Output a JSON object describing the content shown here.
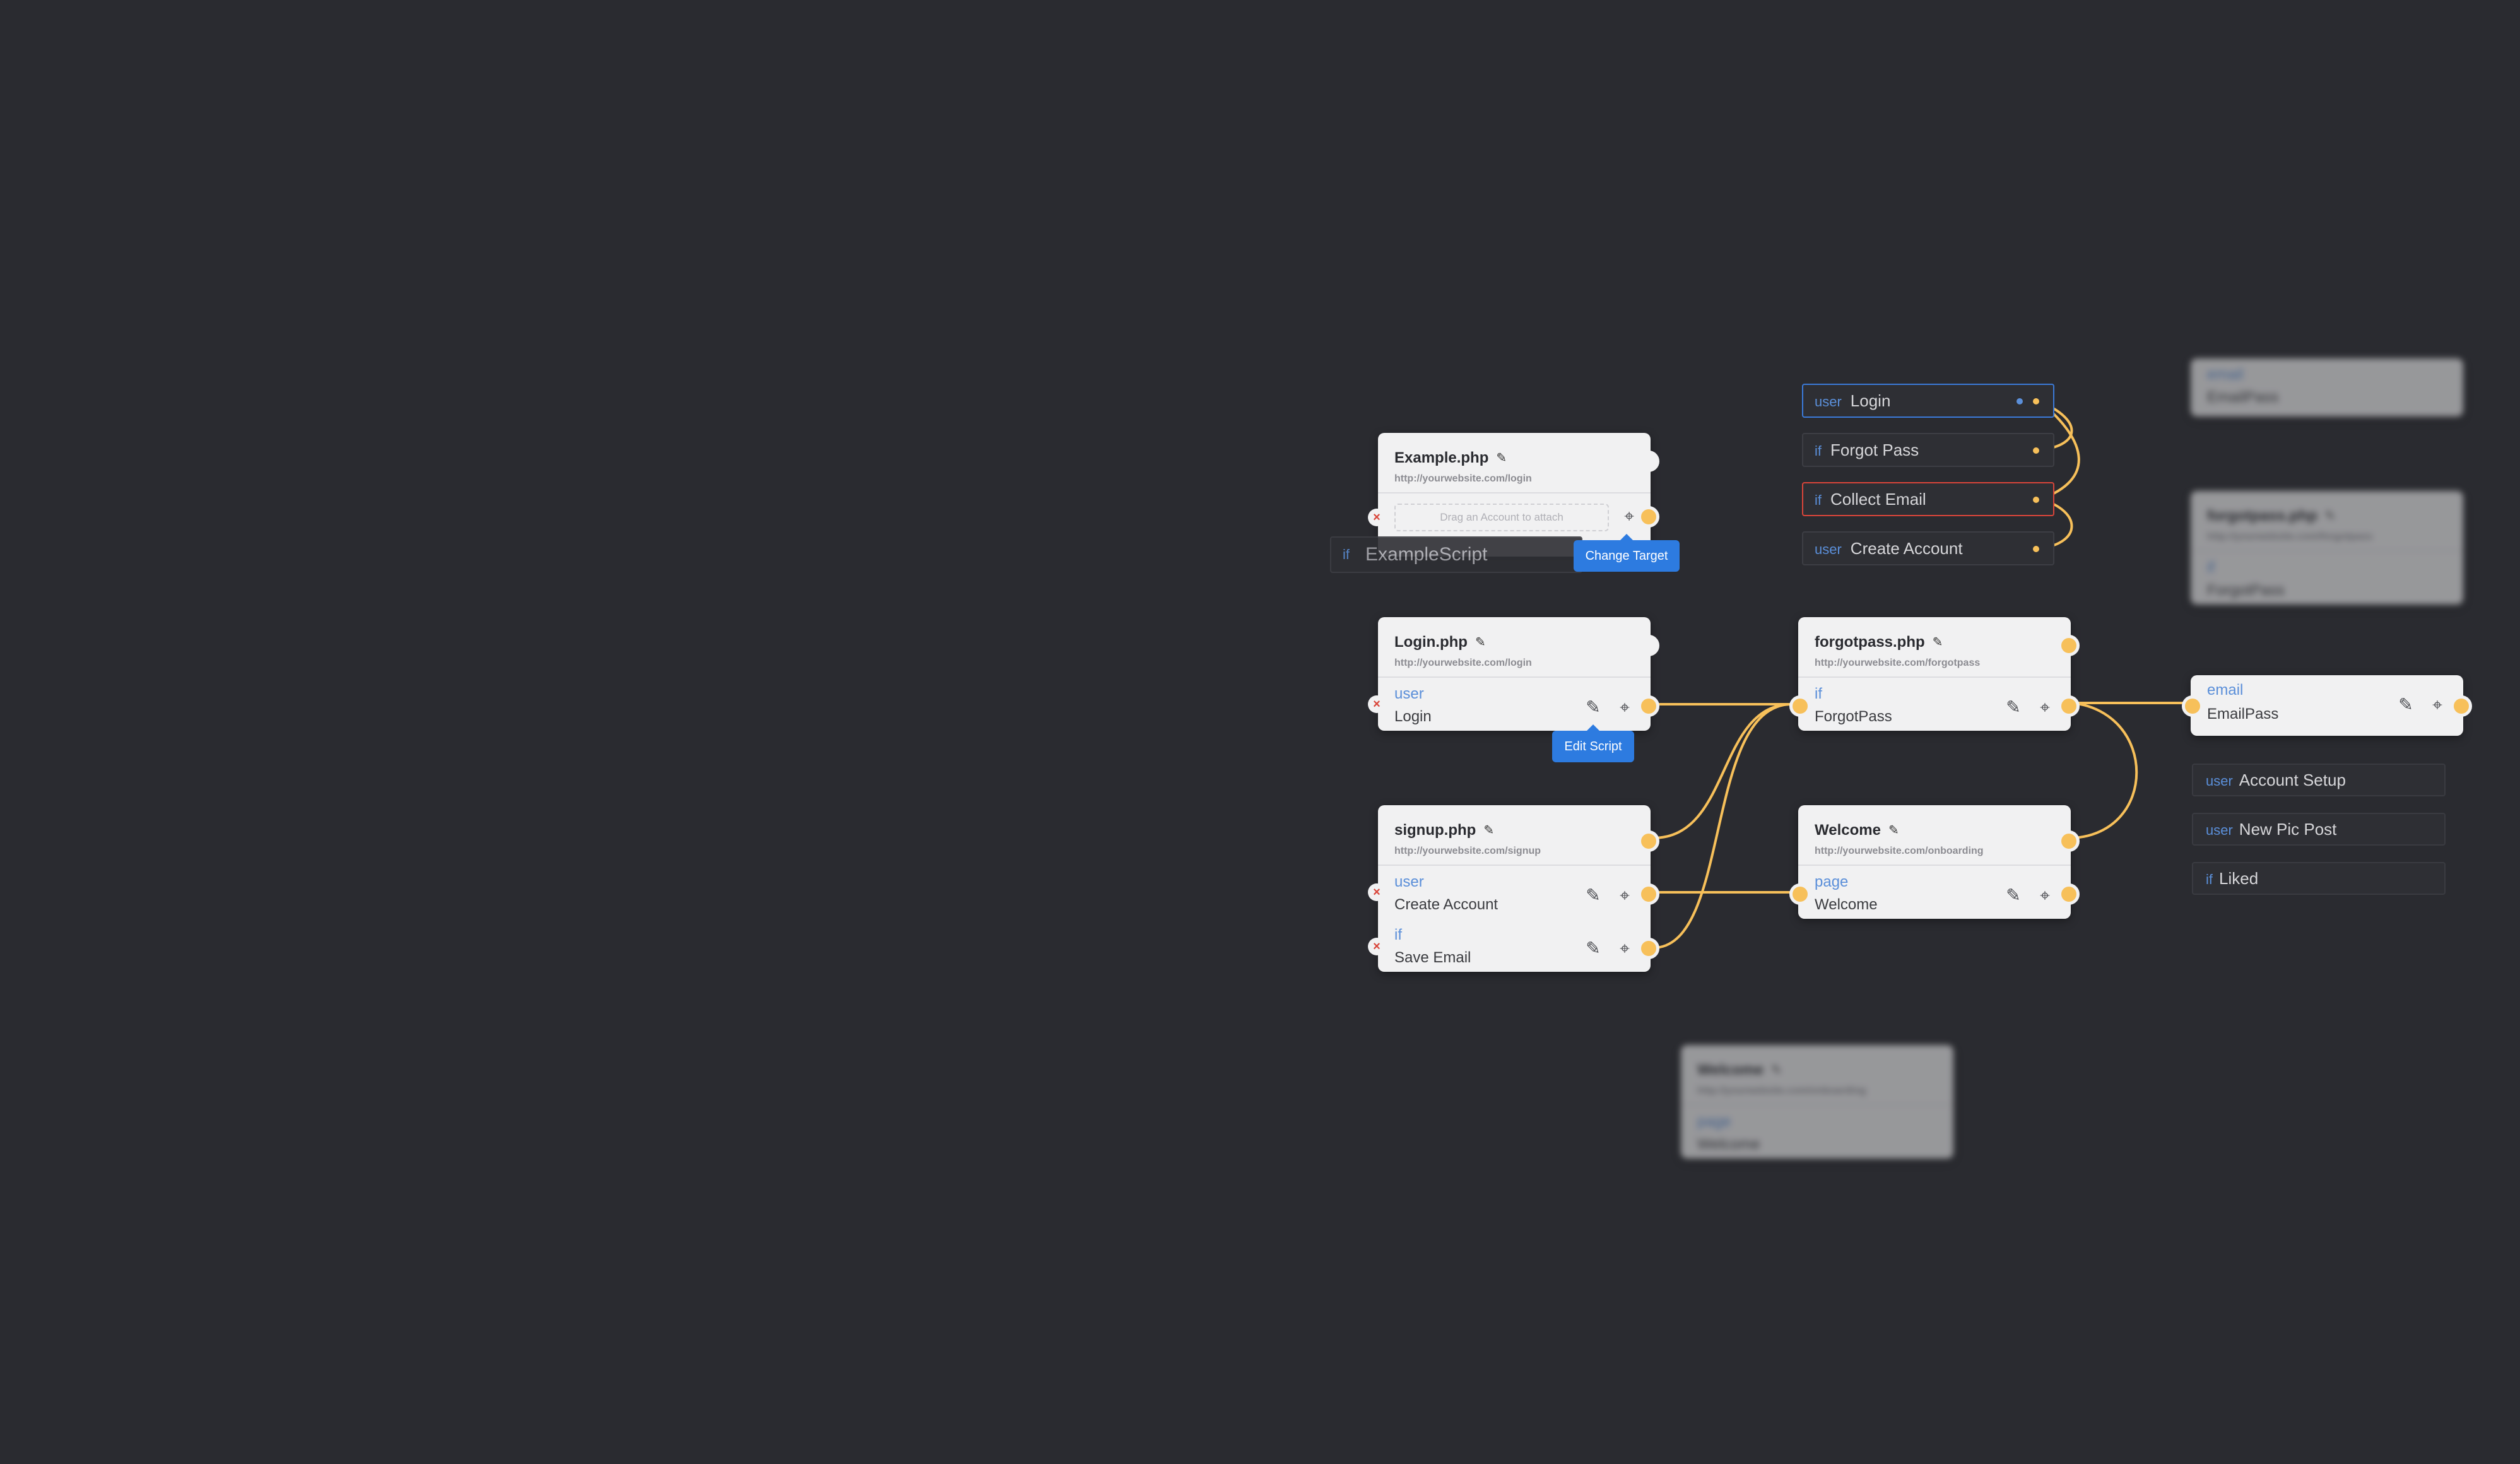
{
  "colors": {
    "background": "#2a2b30",
    "card": "#f1f1f2",
    "wire": "#f7c05a",
    "kind": "#5b8fd9",
    "accent_blue": "#2d7be0",
    "error_red": "#d9453a"
  },
  "example": {
    "title": "Example.php",
    "url": "http://yourwebsite.com/login",
    "drop_hint": "Drag an Account to attach",
    "drag_chip_kind": "if",
    "drag_chip_name": "ExampleScript",
    "tooltip": "Change Target"
  },
  "login": {
    "title": "Login.php",
    "url": "http://yourwebsite.com/login",
    "rows": [
      {
        "kind": "user",
        "name": "Login"
      }
    ],
    "tooltip": "Edit Script"
  },
  "signup": {
    "title": "signup.php",
    "url": "http://yourwebsite.com/signup",
    "rows": [
      {
        "kind": "user",
        "name": "Create Account"
      },
      {
        "kind": "if",
        "name": "Save Email"
      }
    ]
  },
  "forgot": {
    "title": "forgotpass.php",
    "url": "http://yourwebsite.com/forgotpass",
    "rows": [
      {
        "kind": "if",
        "name": "ForgotPass"
      }
    ]
  },
  "welcome": {
    "title": "Welcome",
    "url": "http://yourwebsite.com/onboarding",
    "rows": [
      {
        "kind": "page",
        "name": "Welcome"
      }
    ]
  },
  "email_node": {
    "rows": [
      {
        "kind": "email",
        "name": "EmailPass"
      }
    ]
  },
  "script_list": [
    {
      "kind": "user",
      "name": "Login"
    },
    {
      "kind": "if",
      "name": "Forgot Pass"
    },
    {
      "kind": "if",
      "name": "Collect Email"
    },
    {
      "kind": "user",
      "name": "Create Account"
    }
  ],
  "side_list": [
    {
      "kind": "user",
      "name": "Account Setup"
    },
    {
      "kind": "user",
      "name": "New Pic Post"
    },
    {
      "kind": "if",
      "name": "Liked"
    }
  ],
  "ghosts": {
    "top_right": {
      "title": "",
      "url": "",
      "kind": "email",
      "name": "EmailPass"
    },
    "forgot_ghost": {
      "title": "forgotpass.php",
      "url": "http://yourwebsite.com/forgotpass",
      "kind": "if",
      "name": "ForgotPass"
    },
    "welcome_ghost": {
      "title": "Welcome",
      "url": "http://yourwebsite.com/onboarding",
      "kind": "page",
      "name": "Welcome"
    }
  },
  "icons": {
    "pencil": "pencil-icon",
    "edit": "edit-script-icon",
    "target": "crosshair-target-icon",
    "remove": "close-icon"
  }
}
